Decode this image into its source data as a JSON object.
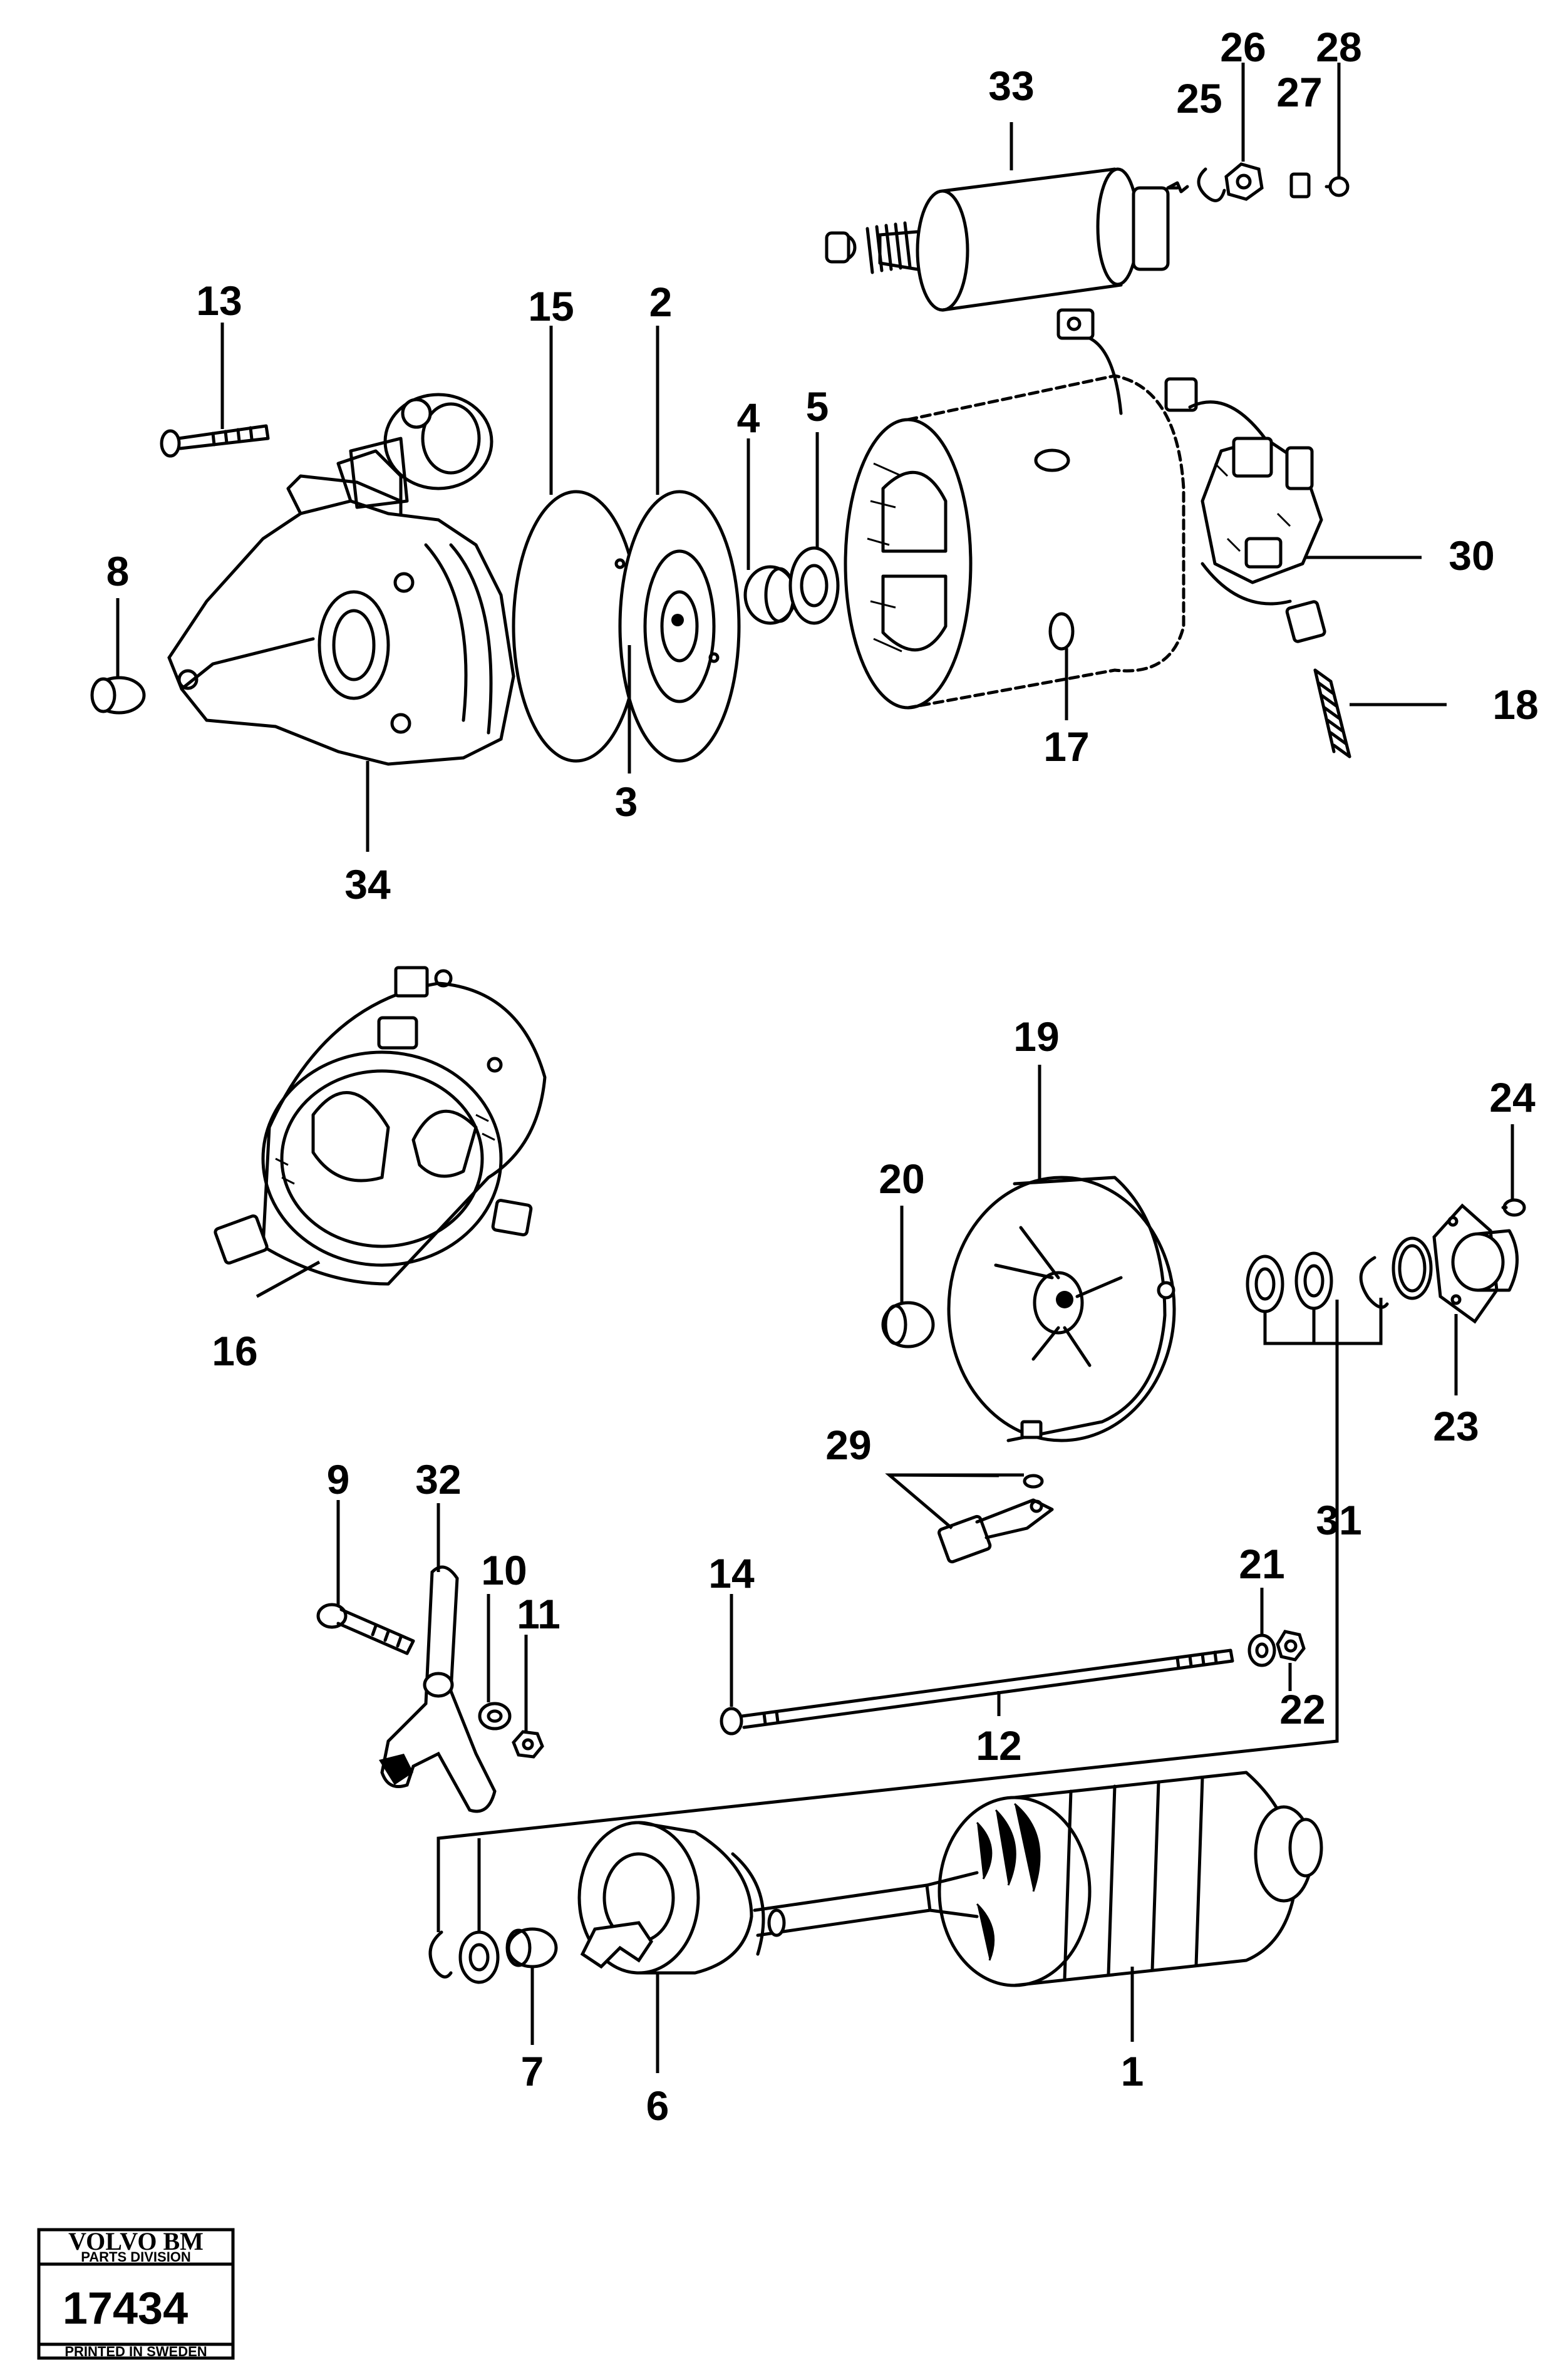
{
  "callouts": {
    "c1": "1",
    "c2": "2",
    "c3": "3",
    "c4": "4",
    "c5": "5",
    "c6": "6",
    "c7": "7",
    "c8": "8",
    "c9": "9",
    "c10": "10",
    "c11": "11",
    "c12": "12",
    "c13": "13",
    "c14": "14",
    "c15": "15",
    "c16": "16",
    "c17": "17",
    "c18": "18",
    "c19": "19",
    "c20": "20",
    "c21": "21",
    "c22": "22",
    "c23": "23",
    "c24": "24",
    "c25": "25",
    "c26": "26",
    "c27": "27",
    "c28": "28",
    "c29": "29",
    "c30": "30",
    "c31": "31",
    "c32": "32",
    "c33": "33",
    "c34": "34"
  },
  "stamp": {
    "brand": "VOLVO BM",
    "division": "PARTS DIVISION",
    "number": "17434",
    "printed": "PRINTED IN SWEDEN"
  }
}
